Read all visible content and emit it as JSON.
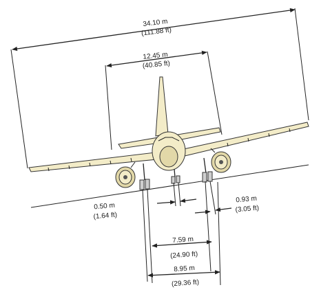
{
  "dimensions": {
    "wingspan": {
      "metric": "34.10 m",
      "imperial": "(111.88 ft)"
    },
    "tail_span": {
      "metric": "12.45 m",
      "imperial": "(40.85 ft)"
    },
    "nose_gear_offset": {
      "metric": "0.50 m",
      "imperial": "(1.64 ft)"
    },
    "main_gear_spacing": {
      "metric": "0.93 m",
      "imperial": "(3.05 ft)"
    },
    "track_inner": {
      "metric": "7.59 m",
      "imperial": "(24.90 ft)"
    },
    "track_outer": {
      "metric": "8.95 m",
      "imperial": "(29.36 ft)"
    }
  },
  "colors": {
    "airframe": "#f3ecc8",
    "lines": "#222222"
  }
}
